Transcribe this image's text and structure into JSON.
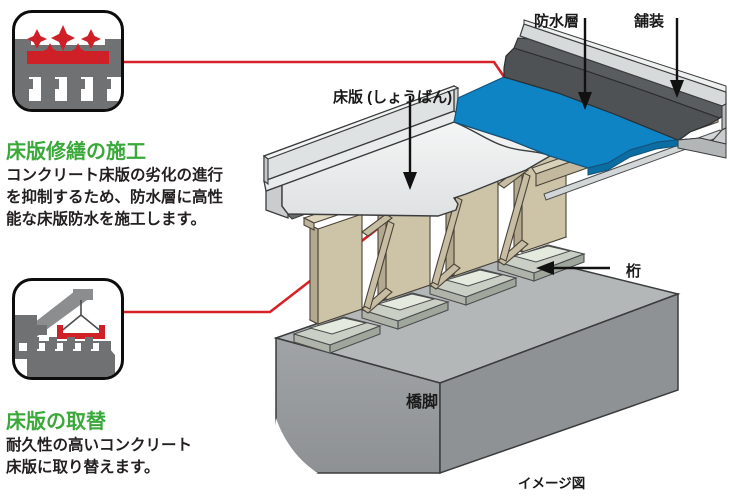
{
  "figure": {
    "caption": "イメージ図",
    "colors": {
      "heading_green": "#3aa93a",
      "callout_red": "#d8222a",
      "waterproof_blue": "#0e84c4",
      "pavement_gray": "#4f5254",
      "slab_light": "#eceeee",
      "girder_beige": "#cdc4a8",
      "pier_gray": "#9a9d9f",
      "icon_dark": "#6f7173",
      "text_dark": "#231f20"
    }
  },
  "panels": [
    {
      "id": "deck-repair",
      "icon_name": "deck-waterproof-icon",
      "heading": "床版修繕の施工",
      "body_lines": [
        "コンクリート床版の劣化の進行",
        "を抑制するため、防水層に高性",
        "能な床版防水を施工します。"
      ]
    },
    {
      "id": "deck-replacement",
      "icon_name": "crane-slab-replacement-icon",
      "heading": "床版の取替",
      "body_lines": [
        "耐久性の高いコンクリート",
        "床版に取り替えます。"
      ]
    }
  ],
  "diagram_labels": [
    {
      "id": "waterproof-layer",
      "text": "防水層"
    },
    {
      "id": "pavement",
      "text": "舗装"
    },
    {
      "id": "floor-slab",
      "text": "床版 (しょうばん)"
    },
    {
      "id": "girder",
      "text": "桁"
    },
    {
      "id": "pier",
      "text": "橋脚"
    }
  ]
}
